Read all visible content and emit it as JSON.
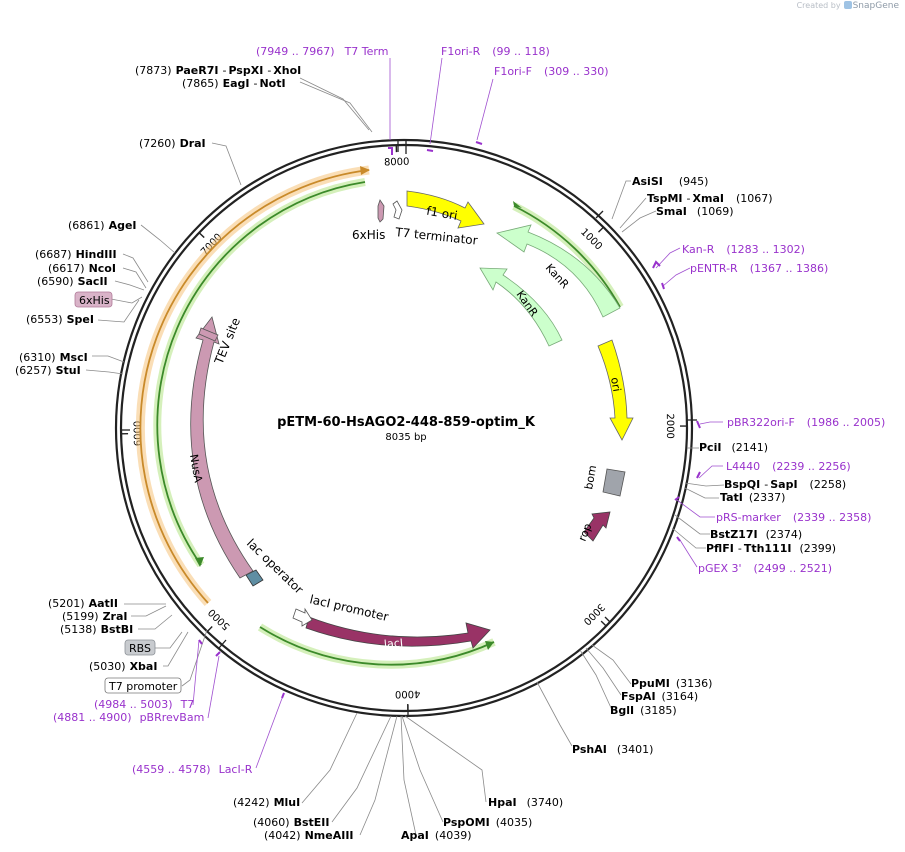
{
  "plasmid": {
    "name": "pETM-60-HsAGO2-448-859-optim_K",
    "length_label": "8035 bp",
    "length": 8035
  },
  "watermark": {
    "prefix": "Created by",
    "brand": "SnapGene"
  },
  "colors": {
    "enzyme": "#000000",
    "primer": "#9932cc",
    "line": "#888888",
    "backbone": "#222222"
  },
  "ticks": [
    "1000",
    "2000",
    "3000",
    "4000",
    "5000",
    "6000",
    "7000",
    "8000"
  ],
  "enzymes": [
    {
      "pos": "(7873)",
      "names": [
        "PaeR7I",
        "PspXI",
        "XhoI"
      ]
    },
    {
      "pos": "(7865)",
      "names": [
        "EagI",
        "NotI"
      ]
    },
    {
      "pos": "(7260)",
      "names": [
        "DraI"
      ]
    },
    {
      "pos": "(6861)",
      "names": [
        "AgeI"
      ]
    },
    {
      "pos": "(6687)",
      "names": [
        "HindIII"
      ]
    },
    {
      "pos": "(6617)",
      "names": [
        "NcoI"
      ]
    },
    {
      "pos": "(6590)",
      "names": [
        "SacII"
      ]
    },
    {
      "pos": "(6553)",
      "names": [
        "SpeI"
      ]
    },
    {
      "pos": "(6310)",
      "names": [
        "MscI"
      ]
    },
    {
      "pos": "(6257)",
      "names": [
        "StuI"
      ]
    },
    {
      "pos": "(5201)",
      "names": [
        "AatII"
      ]
    },
    {
      "pos": "(5199)",
      "names": [
        "ZraI"
      ]
    },
    {
      "pos": "(5138)",
      "names": [
        "BstBI"
      ]
    },
    {
      "pos": "(5030)",
      "names": [
        "XbaI"
      ]
    },
    {
      "pos": "(4242)",
      "names": [
        "MluI"
      ]
    },
    {
      "pos": "(4060)",
      "names": [
        "BstEII"
      ]
    },
    {
      "pos": "(4042)",
      "names": [
        "NmeAIII"
      ]
    },
    {
      "pos": "(4039)",
      "names": [
        "ApaI"
      ]
    },
    {
      "pos": "(4035)",
      "names": [
        "PspOMI"
      ]
    },
    {
      "pos": "(3740)",
      "names": [
        "HpaI"
      ]
    },
    {
      "pos": "(3401)",
      "names": [
        "PshAI"
      ]
    },
    {
      "pos": "(3185)",
      "names": [
        "BglI"
      ]
    },
    {
      "pos": "(3164)",
      "names": [
        "FspAI"
      ]
    },
    {
      "pos": "(3136)",
      "names": [
        "PpuMI"
      ]
    },
    {
      "pos": "(2399)",
      "names": [
        "PflFI",
        "Tth111I"
      ]
    },
    {
      "pos": "(2374)",
      "names": [
        "BstZ17I"
      ]
    },
    {
      "pos": "(2337)",
      "names": [
        "TatI"
      ]
    },
    {
      "pos": "(2258)",
      "names": [
        "BspQI",
        "SapI"
      ]
    },
    {
      "pos": "(2141)",
      "names": [
        "PciI"
      ]
    },
    {
      "pos": "(1069)",
      "names": [
        "SmaI"
      ]
    },
    {
      "pos": "(1067)",
      "names": [
        "TspMI",
        "XmaI"
      ]
    },
    {
      "pos": "(945)",
      "names": [
        "AsiSI"
      ]
    }
  ],
  "primers": [
    {
      "name": "T7 Term",
      "range": "(7949 .. 7967)"
    },
    {
      "name": "F1ori-R",
      "range": "(99 .. 118)"
    },
    {
      "name": "F1ori-F",
      "range": "(309 .. 330)"
    },
    {
      "name": "Kan-R",
      "range": "(1283 .. 1302)"
    },
    {
      "name": "pENTR-R",
      "range": "(1367 .. 1386)"
    },
    {
      "name": "pBR322ori-F",
      "range": "(1986 .. 2005)"
    },
    {
      "name": "L4440",
      "range": "(2239 .. 2256)"
    },
    {
      "name": "pRS-marker",
      "range": "(2339 .. 2358)"
    },
    {
      "name": "pGEX 3'",
      "range": "(2499 .. 2521)"
    },
    {
      "name": "LacI-R",
      "range": "(4559 .. 4578)"
    },
    {
      "name": "T7",
      "range": "(4984 .. 5003)"
    },
    {
      "name": "pBRrevBam",
      "range": "(4881 .. 4900)"
    }
  ],
  "boxed_labels": [
    {
      "text": "6xHis",
      "fill": "#d9b3c8",
      "stroke": "#b07a98"
    },
    {
      "text": "RBS",
      "fill": "#c8cbcf",
      "stroke": "#8d9298"
    },
    {
      "text": "T7 promoter",
      "fill": "#ffffff",
      "stroke": "#777777"
    }
  ],
  "features": [
    {
      "name": "f1 ori",
      "color": "#ffff00"
    },
    {
      "name": "KanR",
      "color": "#ccffcc"
    },
    {
      "name": "KanR",
      "color": "#ccffcc"
    },
    {
      "name": "ori",
      "color": "#ffff00"
    },
    {
      "name": "bom",
      "color": "#a0a4ab"
    },
    {
      "name": "rop",
      "color": "#993366"
    },
    {
      "name": "lacI",
      "color": "#993366"
    },
    {
      "name": "lacI promoter",
      "color": "#ffffff"
    },
    {
      "name": "lac operator",
      "color": "#5f8ea3"
    },
    {
      "name": "NusA",
      "color": "#cc99b2"
    },
    {
      "name": "TEV site",
      "color": "#cc99b2"
    },
    {
      "name": "6xHis",
      "color": "#cc99b2"
    },
    {
      "name": "T7 terminator",
      "color": "#ffffff"
    }
  ]
}
